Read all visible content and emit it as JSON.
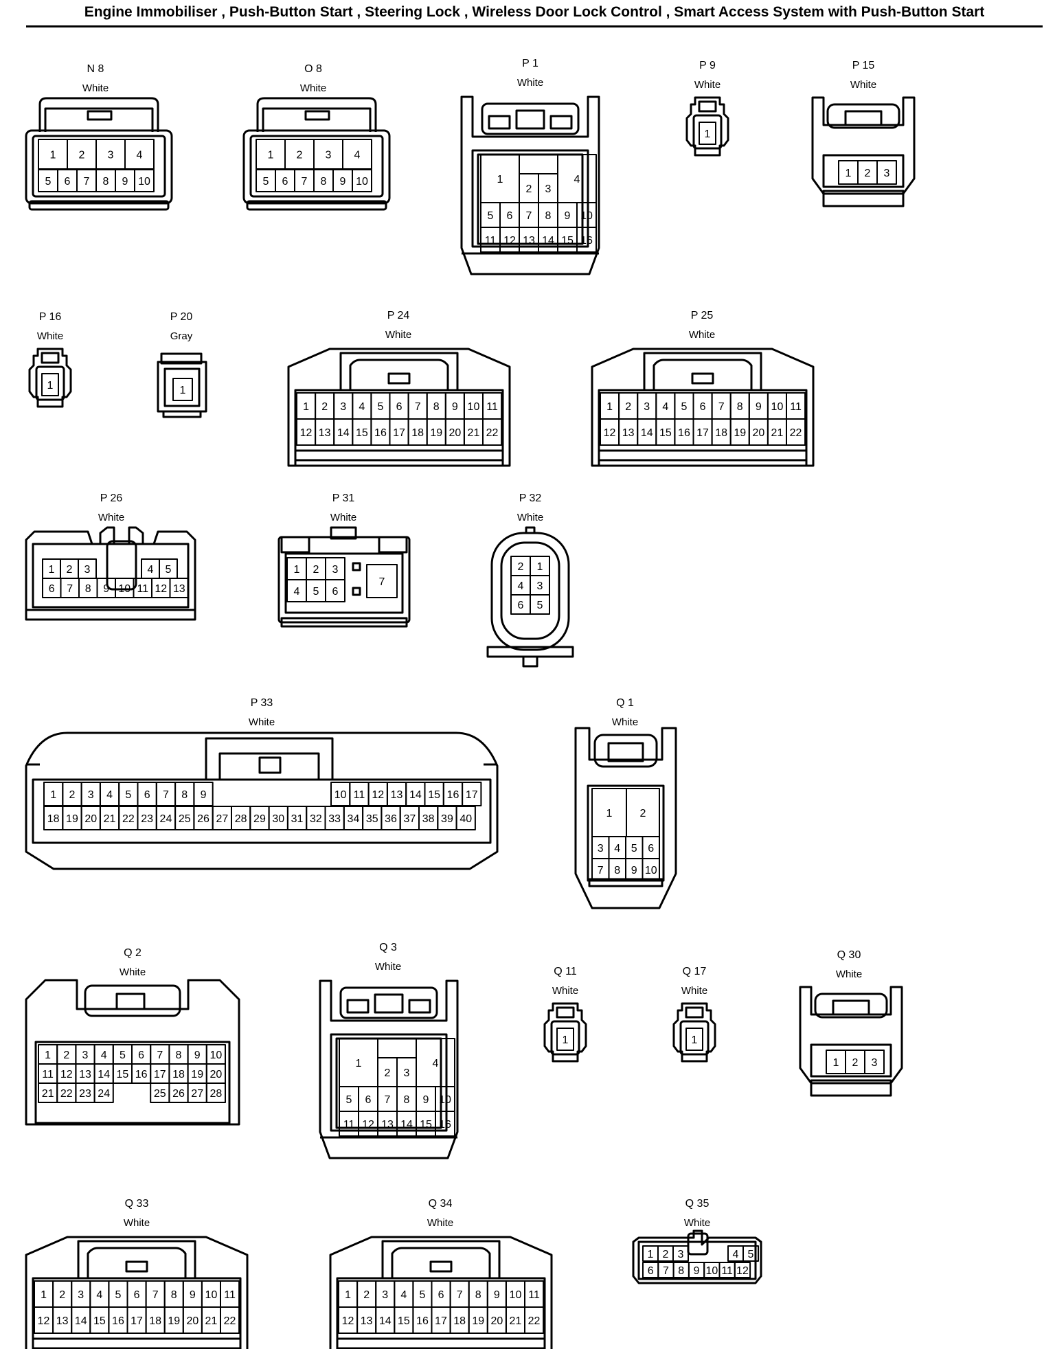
{
  "title": "Engine Immobiliser , Push-Button Start , Steering Lock , Wireless Door Lock Control , Smart Access System with Push-Button Start",
  "connectors": [
    {
      "id": "N8",
      "label": "N 8",
      "color": "White"
    },
    {
      "id": "O8",
      "label": "O 8",
      "color": "White"
    },
    {
      "id": "P1",
      "label": "P 1",
      "color": "White"
    },
    {
      "id": "P9",
      "label": "P 9",
      "color": "White"
    },
    {
      "id": "P15",
      "label": "P 15",
      "color": "White"
    },
    {
      "id": "P16",
      "label": "P 16",
      "color": "White"
    },
    {
      "id": "P20",
      "label": "P 20",
      "color": "Gray"
    },
    {
      "id": "P24",
      "label": "P 24",
      "color": "White"
    },
    {
      "id": "P25",
      "label": "P 25",
      "color": "White"
    },
    {
      "id": "P26",
      "label": "P 26",
      "color": "White"
    },
    {
      "id": "P31",
      "label": "P 31",
      "color": "White"
    },
    {
      "id": "P32",
      "label": "P 32",
      "color": "White"
    },
    {
      "id": "P33",
      "label": "P 33",
      "color": "White"
    },
    {
      "id": "Q1",
      "label": "Q 1",
      "color": "White"
    },
    {
      "id": "Q2",
      "label": "Q 2",
      "color": "White"
    },
    {
      "id": "Q3",
      "label": "Q 3",
      "color": "White"
    },
    {
      "id": "Q11",
      "label": "Q 11",
      "color": "White"
    },
    {
      "id": "Q17",
      "label": "Q 17",
      "color": "White"
    },
    {
      "id": "Q30",
      "label": "Q 30",
      "color": "White"
    },
    {
      "id": "Q33",
      "label": "Q 33",
      "color": "White"
    },
    {
      "id": "Q34",
      "label": "Q 34",
      "color": "White"
    },
    {
      "id": "Q35",
      "label": "Q 35",
      "color": "White"
    }
  ]
}
